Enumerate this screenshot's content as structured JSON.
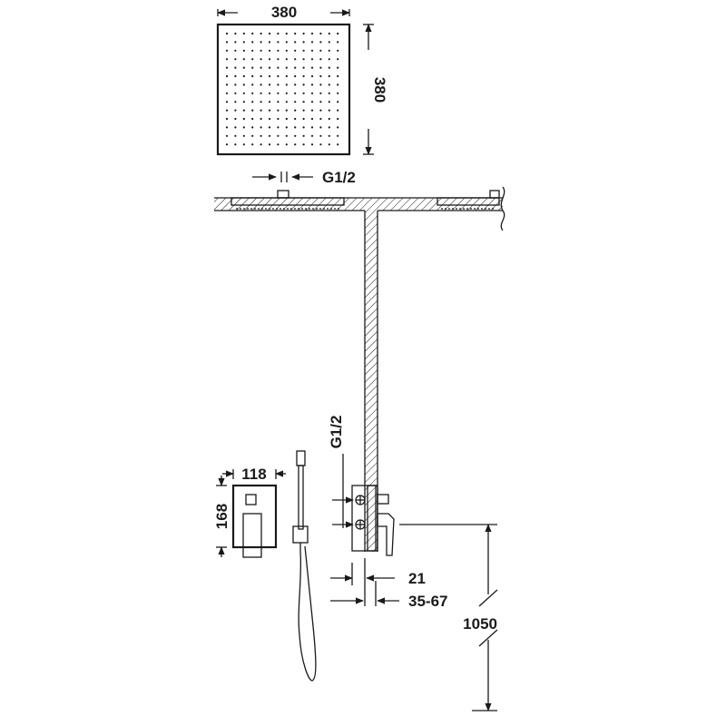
{
  "diagram": {
    "labels": {
      "head_width": "380",
      "head_height": "380",
      "head_thread": "G1/2",
      "valve_thread": "G1/2",
      "plate_width": "118",
      "plate_height": "168",
      "wall_depth": "21",
      "recess_depth": "35-67",
      "install_height": "1050"
    },
    "colors": {
      "ink": "#1a1a1a",
      "background": "#ffffff"
    }
  }
}
